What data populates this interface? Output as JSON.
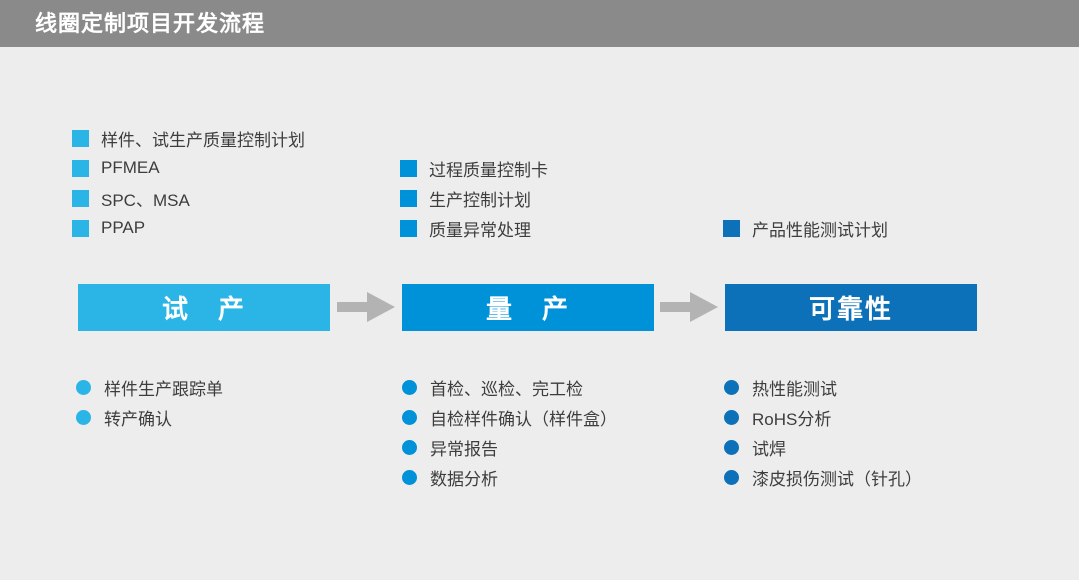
{
  "title_bar": {
    "title": "线圈定制项目开发流程"
  },
  "colors": {
    "title_bar_bg": "#8a8a8a",
    "page_bg": "#ededed",
    "stage1_accent": "#2ab5e6",
    "stage2_accent": "#0092d8",
    "stage3_accent": "#0c71b8",
    "arrow": "#b3b3b3",
    "text": "#3d3d3d"
  },
  "columns": [
    {
      "stage_label": "试　产",
      "top_items": [
        "样件、试生产质量控制计划",
        "PFMEA",
        "SPC、MSA",
        "PPAP"
      ],
      "bottom_items": [
        "样件生产跟踪单",
        "转产确认"
      ]
    },
    {
      "stage_label": "量　产",
      "top_items": [
        "过程质量控制卡",
        "生产控制计划",
        "质量异常处理"
      ],
      "bottom_items": [
        "首检、巡检、完工检",
        "自检样件确认（样件盒）",
        "异常报告",
        "数据分析"
      ]
    },
    {
      "stage_label": "可靠性",
      "top_items": [
        "产品性能测试计划"
      ],
      "bottom_items": [
        "热性能测试",
        "RoHS分析",
        "试焊",
        "漆皮损伤测试（针孔）"
      ]
    }
  ]
}
